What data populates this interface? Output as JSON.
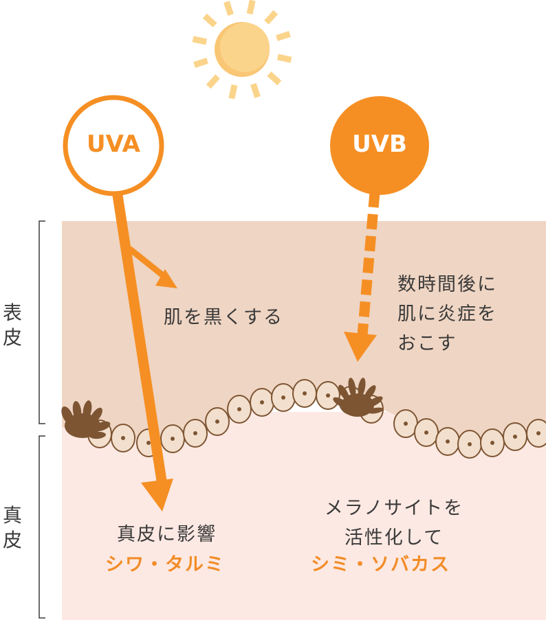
{
  "colors": {
    "orange": "#f58f24",
    "sun": "#fbd48b",
    "sun_shade": "#f9c675",
    "epidermis": "#efd5c3",
    "dermis": "#fde9e3",
    "cell_fill": "#f3dfcd",
    "cell_stroke": "#7d5533",
    "melanocyte": "#7d5533",
    "text": "#3a3a3a"
  },
  "rays": {
    "uva": {
      "label": "UVA",
      "style": "outline-circle, solid arrow"
    },
    "uvb": {
      "label": "UVB",
      "style": "filled-circle, dashed arrow"
    }
  },
  "layers": {
    "epidermis_label": [
      "表",
      "皮"
    ],
    "dermis_label": [
      "真",
      "皮"
    ]
  },
  "annotations": {
    "uva_tan": "肌を黒くする",
    "uvb_inflammation": [
      "数時間後に",
      "肌に炎症を",
      "おこす"
    ],
    "uva_dermis": "真皮に影響",
    "uva_result": "シワ・タルミ",
    "uvb_melanocyte": [
      "メラノサイトを",
      "活性化して"
    ],
    "uvb_result": "シミ・ソバカス"
  },
  "icons": [
    "sun-icon",
    "melanocyte-icon"
  ]
}
